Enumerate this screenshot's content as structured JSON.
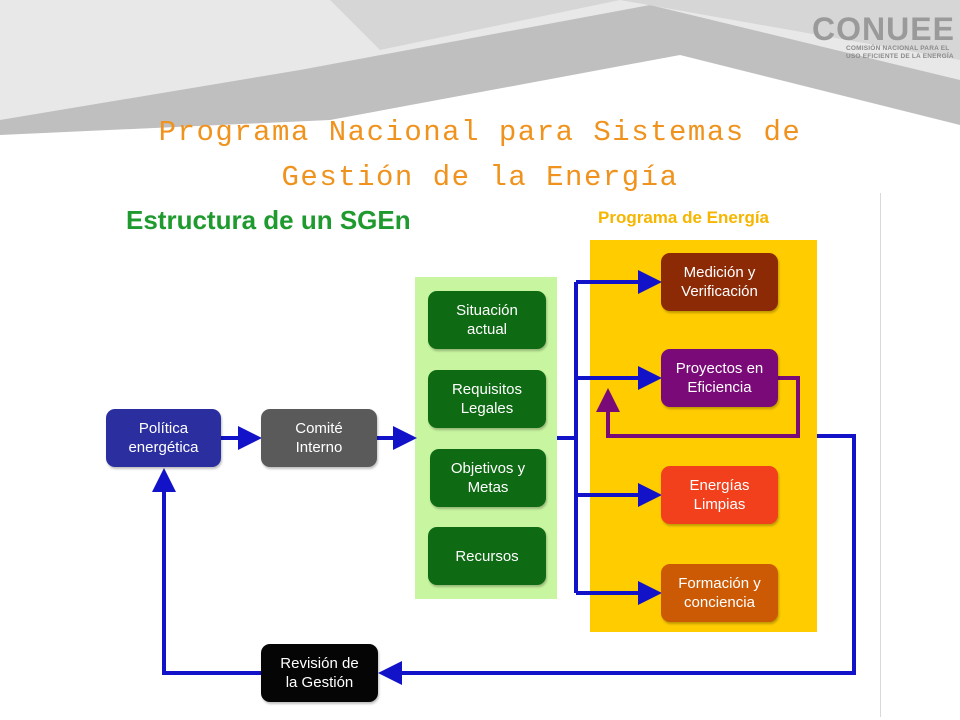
{
  "logo": {
    "word": "CONUEE",
    "line1": "COMISIÓN NACIONAL PARA EL",
    "line2": "USO EFICIENTE DE LA ENERGÍA"
  },
  "title": {
    "line1": "Programa Nacional para Sistemas de",
    "line2": "Gestión de la Energía"
  },
  "diagram": {
    "heading": "Estructura de un SGEn",
    "program_label": "Programa de Energía",
    "nodes": {
      "politica": "Política\nenergética",
      "comite": "Comité\nInterno",
      "situacion": "Situación\nactual",
      "requisitos": "Requisitos\nLegales",
      "objetivos": "Objetivos y\nMetas",
      "recursos": "Recursos",
      "medicion": "Medición y\nVerificación",
      "proyectos": "Proyectos en\nEficiencia",
      "energias": "Energías\nLimpias",
      "formacion": "Formación y\nconciencia",
      "revision": "Revisión de\nla Gestión"
    },
    "colors": {
      "politica": "#2b2e9e",
      "comite": "#5a5a5a",
      "inputs": "#0f6a14",
      "inputs_panel": "#c8f5a0",
      "program_panel": "#ffcc00",
      "medicion": "#8b2a05",
      "proyectos": "#7a0a78",
      "energias": "#f2401d",
      "formacion": "#cc5a05",
      "revision": "#050505",
      "arrows": "#1212c8",
      "loop": "#7a0a78",
      "title": "#f0931e",
      "heading": "#1f9a2e",
      "program_label": "#f6b600"
    }
  }
}
